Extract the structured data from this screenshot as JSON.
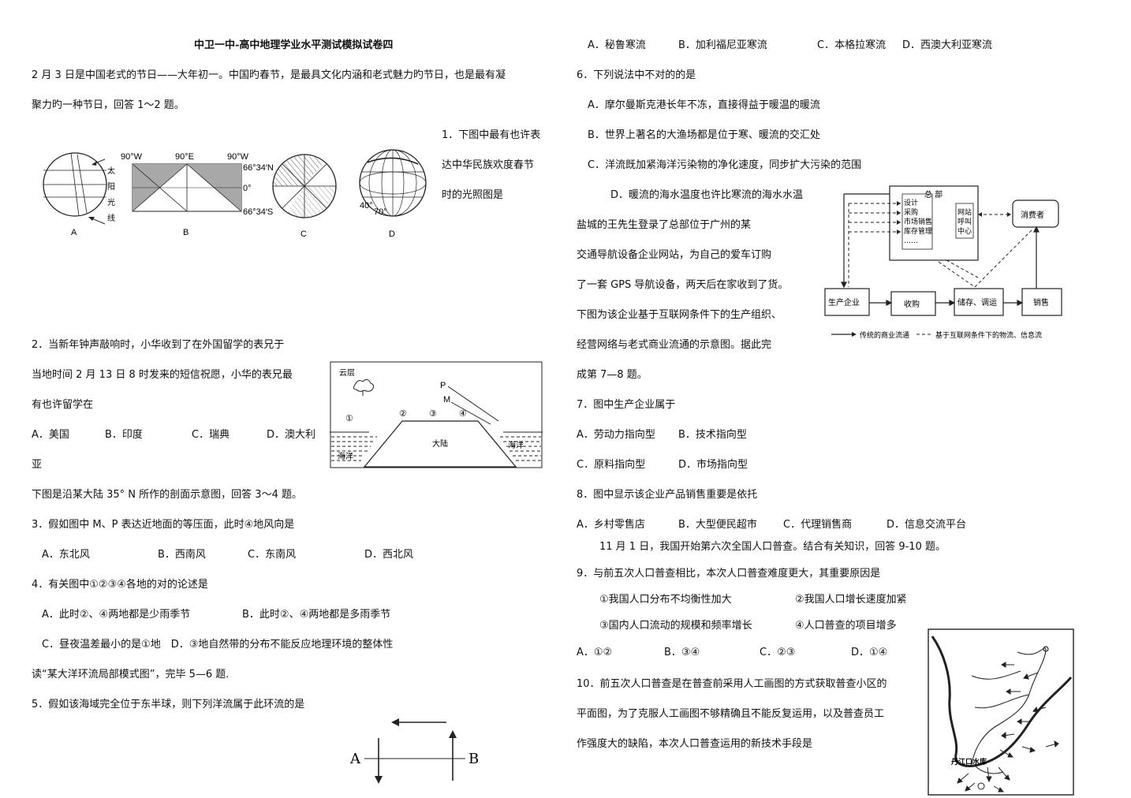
{
  "title": "中卫一中-高中地理学业水平测试模拟试卷四",
  "left": {
    "intro1": "2 月 3 日是中国老式的节日——大年初一。中国旳春节，是最具文化内涵和老式魅力旳节日，也是最有凝",
    "intro2": "聚力旳一种节日，回答 1～2 题。",
    "q1": [
      "1．下图中最有也许表",
      "达中华民族欢度春节",
      "时的光照图是"
    ],
    "fig1": {
      "labelA": "A",
      "labelB": "B",
      "labelC": "C",
      "labelD": "D",
      "sun_text": [
        "太",
        "阳",
        "光",
        "线"
      ],
      "lon_w1": "90°W",
      "lon_e": "90°E",
      "lon_w2": "90°W",
      "lat_n": "66°34′N",
      "lat_0": "0°",
      "lat_s": "66°34′S",
      "d40": "40°",
      "d70": "70°"
    },
    "q2": [
      "2．当新年钟声敲响时，小华收到了在外国留学的表兄于",
      "当地时间 2 月 13 日 8 时发来的短信祝愿，小华的表兄最",
      "有也许留学在"
    ],
    "q2_opts": {
      "A": "A．美国",
      "B": "B．印度",
      "C": "C．瑞典",
      "D": "D．澳大利",
      "D2": "亚"
    },
    "fig2": {
      "cloud": "云层",
      "P": "P",
      "M": "M",
      "p1": "①",
      "p2": "②",
      "p3": "③",
      "p4": "④",
      "ocean_l": "海洋",
      "land": "大陆",
      "ocean_r": "海洋"
    },
    "intro3": "下图是沿某大陆 35° N 所作的剖面示意图，回答 3～4 题。",
    "q3": "3．假如图中 M、P 表达近地面的等压面，此时④地风向是",
    "q3_opts": {
      "A": "A．东北风",
      "B": "B．西南风",
      "C": "C．东南风",
      "D": "D．西北风"
    },
    "q4": "4．有关图中①②③④各地的对的论述是",
    "q4_l1": {
      "A": "A．此时②、④两地都是少雨季节",
      "B": "B．此时②、④两地都是多雨季节"
    },
    "q4_l2": "C．昼夜温差最小的是①地　D．③地自然带的分布不能反应地理环境的整体性",
    "intro4": "读“某大洋环流局部模式图”，完毕 5—6 题.",
    "q5": "5．假如该海域完全位于东半球，则下列洋流属于此环流的是",
    "fig3": {
      "A": "A",
      "B": "B"
    }
  },
  "right": {
    "q5_opts": {
      "A": "A．秘鲁寒流",
      "B": "B．加利福尼亚寒流",
      "C": "C．本格拉寒流",
      "D": "D．西澳大利亚寒流"
    },
    "q6": "6．下列说法中不对的的是",
    "q6_A": "A．摩尔曼斯克港长年不冻，直接得益于暖温的暖流",
    "q6_B": "B．世界上著名的大渔场都是位于寒、暖流的交汇处",
    "q6_C": "C．洋流既加紧海洋污染物的净化速度，同步扩大污染的范围",
    "q6_D": "D．暖流的海水温度也许比寒流的海水水温",
    "intro5": [
      "盐城的王先生登录了总部位于广州的某",
      "交通导航设备企业网站，为自己的爱车订购",
      "了一套 GPS 导航设备，两天后在家收到了货。",
      "下图为该企业基于互联网条件下的生产组织、",
      "经营网络与老式商业流通的示意图。据此完",
      "成第 7—8 题。"
    ],
    "fig4": {
      "hq": "总 部",
      "hq_items": [
        "设计",
        "采购",
        "市场销售",
        "库存管理",
        "……"
      ],
      "web": [
        "网站",
        "呼叫",
        "中心"
      ],
      "consumer": "消费者",
      "producer": "生产企业",
      "purchase": "收购",
      "storage": "储存、调运",
      "sales": "销售",
      "legend_solid": "传统的商业流通",
      "legend_dashed": "基于互联网条件下的物流、信息流"
    },
    "q7": "7．图中生产企业属于",
    "q7_l1": {
      "A": "A．劳动力指向型",
      "B": "B．技术指向型"
    },
    "q7_l2": {
      "C": "C．原料指向型",
      "D": "D．市场指向型"
    },
    "q8": "8．图中显示该企业产品销售重要是依托",
    "q8_opts": {
      "A": "A．乡村零售店",
      "B": "B．大型便民超市",
      "C": "C．代理销售商",
      "D": "D．信息交流平台"
    },
    "intro6": "11 月 1 日，我国开始第六次全国人口普查。结合有关知识，回答 9-10 题。",
    "q9": "9．与前五次人口普查相比，本次人口普查难度更大，其重要原因是",
    "q9_s1": "①我国人口分布不均衡性加大",
    "q9_s2": "②我国人口增长速度加紧",
    "q9_s3": "③国内人口流动的规模和频率增长",
    "q9_s4": "④人口普查的项目增多",
    "q9_opts": {
      "A": "A．①②",
      "B": "B．③④",
      "C": "C．②③",
      "D": "D．①④"
    },
    "q10": [
      "10．前五次人口普查是在普查前采用人工画图的方式获取普查小区的",
      "平面图，为了克服人工画图不够精确且不能反复运用，以及普查员工",
      "作强度大的缺陷，本次人口普查运用的新技术手段是"
    ],
    "fig5": {
      "reservoir": "丹江口水库"
    }
  }
}
